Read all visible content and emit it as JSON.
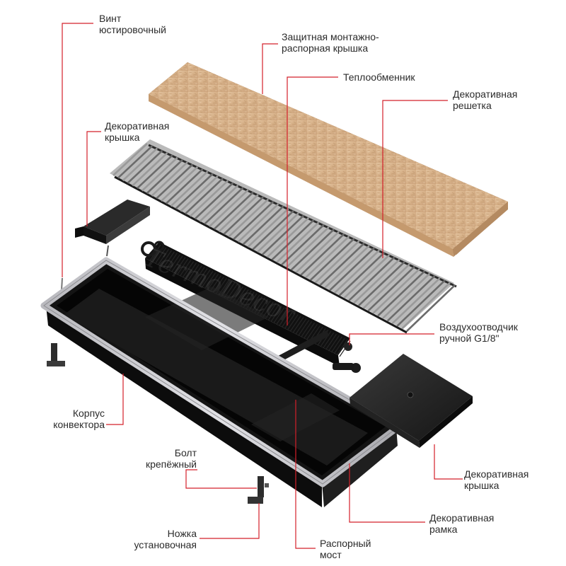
{
  "colors": {
    "leader": "#d4202a",
    "text": "#2b2b2b",
    "wood": "#d9b48c",
    "metal": "#1b1b1b",
    "frame": "#c8c8cc"
  },
  "watermark": "TermoDecor",
  "labels": {
    "adjust_screw": {
      "line1": "Винт",
      "line2": "юстировочный"
    },
    "protective_cover": {
      "line1": "Защитная монтажно-",
      "line2": "распорная крышка"
    },
    "heat_exchanger": {
      "line1": "Теплообменник"
    },
    "grille": {
      "line1": "Декоративная",
      "line2": "решетка"
    },
    "cover_top": {
      "line1": "Декоративная",
      "line2": "крышка"
    },
    "air_vent": {
      "line1": "Воздухоотводчик",
      "line2": "ручной G1/8\""
    },
    "housing": {
      "line1": "Корпус",
      "line2": "конвектора"
    },
    "bolt": {
      "line1": "Болт",
      "line2": "крепёжный"
    },
    "cover_bottom": {
      "line1": "Декоративная",
      "line2": "крышка"
    },
    "frame": {
      "line1": "Декоративная",
      "line2": "рамка"
    },
    "foot": {
      "line1": "Ножка",
      "line2": "установочная"
    },
    "spacer": {
      "line1": "Распорный",
      "line2": "мост"
    }
  }
}
